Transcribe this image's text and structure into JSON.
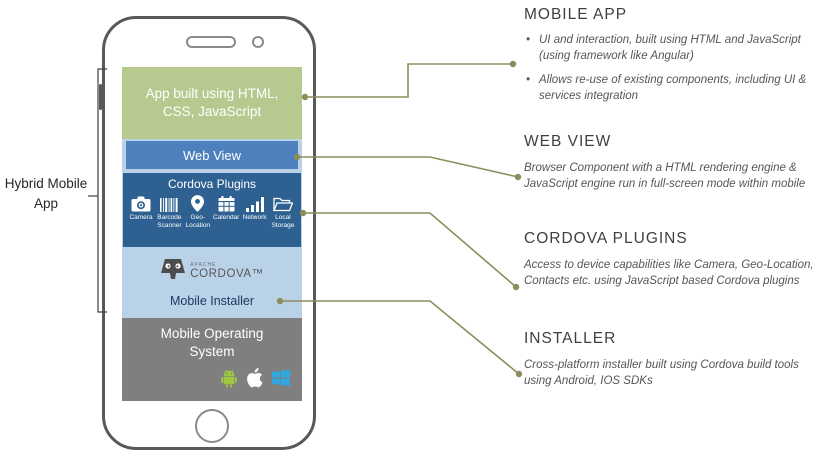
{
  "colors": {
    "green_layer": "#b6ca90",
    "webview_blue": "#4d80bd",
    "plugins_blue": "#2e6091",
    "screen_lightblue": "#b9d2e8",
    "os_gray": "#7f7f7f",
    "connector_olive": "#8d8d5c",
    "installer_text": "#17375e"
  },
  "left_label": "Hybrid Mobile App",
  "phone": {
    "app_layer_label": "App built using HTML, CSS, JavaScript",
    "webview_label": "Web View",
    "plugins": {
      "title": "Cordova Plugins",
      "items": [
        {
          "label": "Camera",
          "icon": "camera-icon"
        },
        {
          "label": "Barcode Scanner",
          "icon": "barcode-icon"
        },
        {
          "label": "Geo-Location",
          "icon": "location-pin-icon"
        },
        {
          "label": "Calendar",
          "icon": "calendar-icon"
        },
        {
          "label": "Network",
          "icon": "signal-bars-icon"
        },
        {
          "label": "Local Storage",
          "icon": "folder-icon"
        }
      ]
    },
    "cordova": {
      "brand_top": "APACHE",
      "brand": "CORDOVA™"
    },
    "installer_label": "Mobile Installer",
    "os": {
      "label": "Mobile Operating System",
      "icons": [
        "android-icon",
        "apple-icon",
        "windows-icon"
      ]
    }
  },
  "annotations": [
    {
      "title": "MOBILE APP",
      "bullets": [
        "UI and interaction, built using HTML and JavaScript (using framework like Angular)",
        "Allows re-use of existing components, including UI & services integration"
      ]
    },
    {
      "title": "WEB VIEW",
      "body": "Browser Component with a HTML rendering engine & JavaScript engine run in full-screen mode within mobile"
    },
    {
      "title": "CORDOVA PLUGINS",
      "body": "Access to device capabilities like Camera, Geo-Location, Contacts etc. using JavaScript based Cordova plugins"
    },
    {
      "title": "INSTALLER",
      "body": "Cross-platform installer built using Cordova build tools using Android, IOS SDKs"
    }
  ]
}
